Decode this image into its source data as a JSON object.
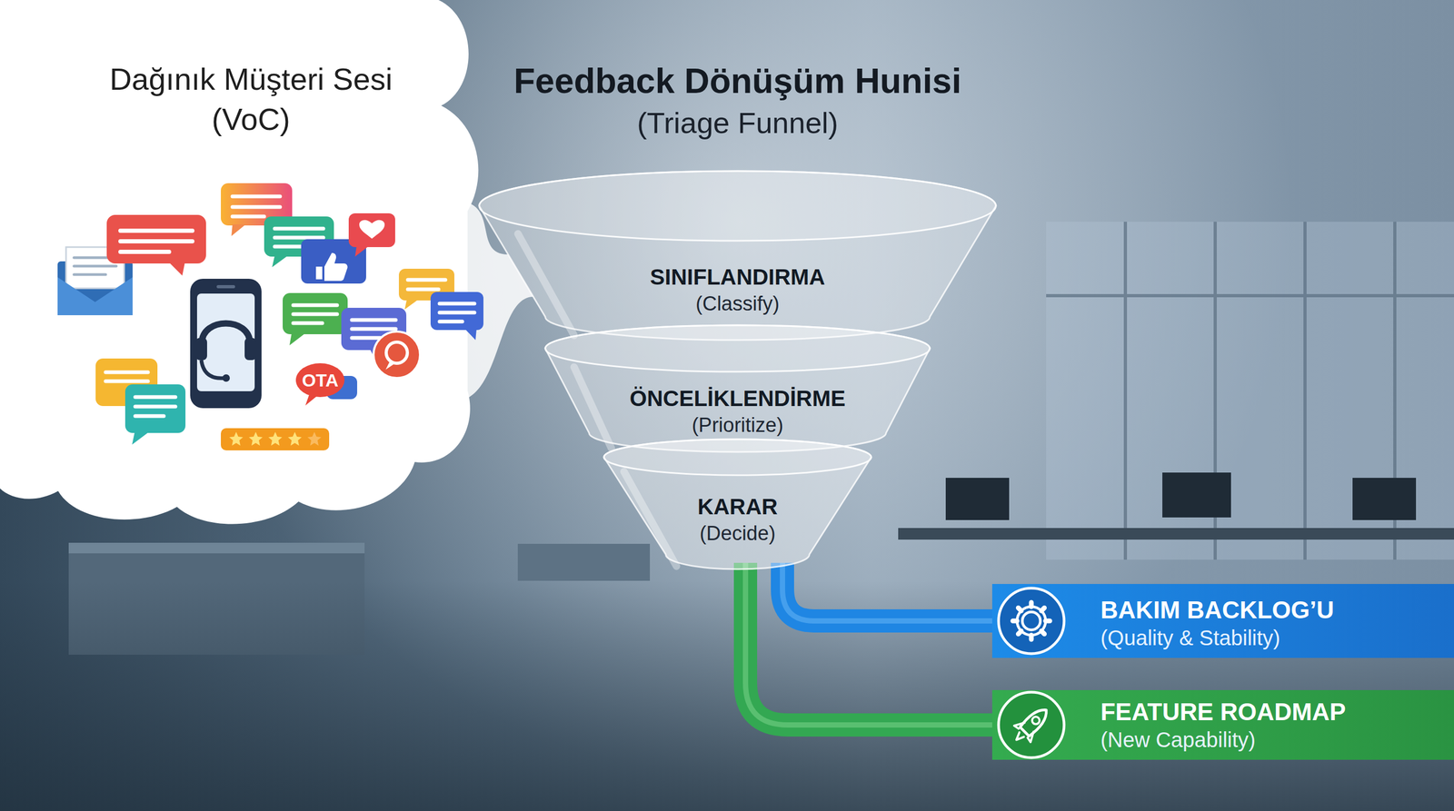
{
  "diagram": {
    "title": "Feedback Dönüşüm Hunisi",
    "nodes": [
      {
        "text": [
          "Dağınık Müşteri Sesi (VoC)"
        ]
      },
      {
        "text": [
          "SINIFLANDIRMA",
          "(Classify)"
        ]
      },
      {
        "text": [
          "ÖNCELİKLENDİRME",
          "(Prioritize)"
        ]
      },
      {
        "text": [
          "KARAR",
          "(Decide)"
        ]
      },
      {
        "text": [
          "BAKIM BACKLOG’U",
          "(Quality & Stability)"
        ]
      },
      {
        "text": [
          "FEATURE ROADMAP",
          "(New Capability)"
        ]
      }
    ],
    "edges": [
      {
        "from": 0,
        "to": 1,
        "arrow": "none"
      },
      {
        "from": 3,
        "to": 4,
        "arrow": "none"
      },
      {
        "from": 3,
        "to": 5,
        "arrow": "none"
      }
    ],
    "labels": [
      "(Triage Funnel)",
      "OTA"
    ]
  }
}
